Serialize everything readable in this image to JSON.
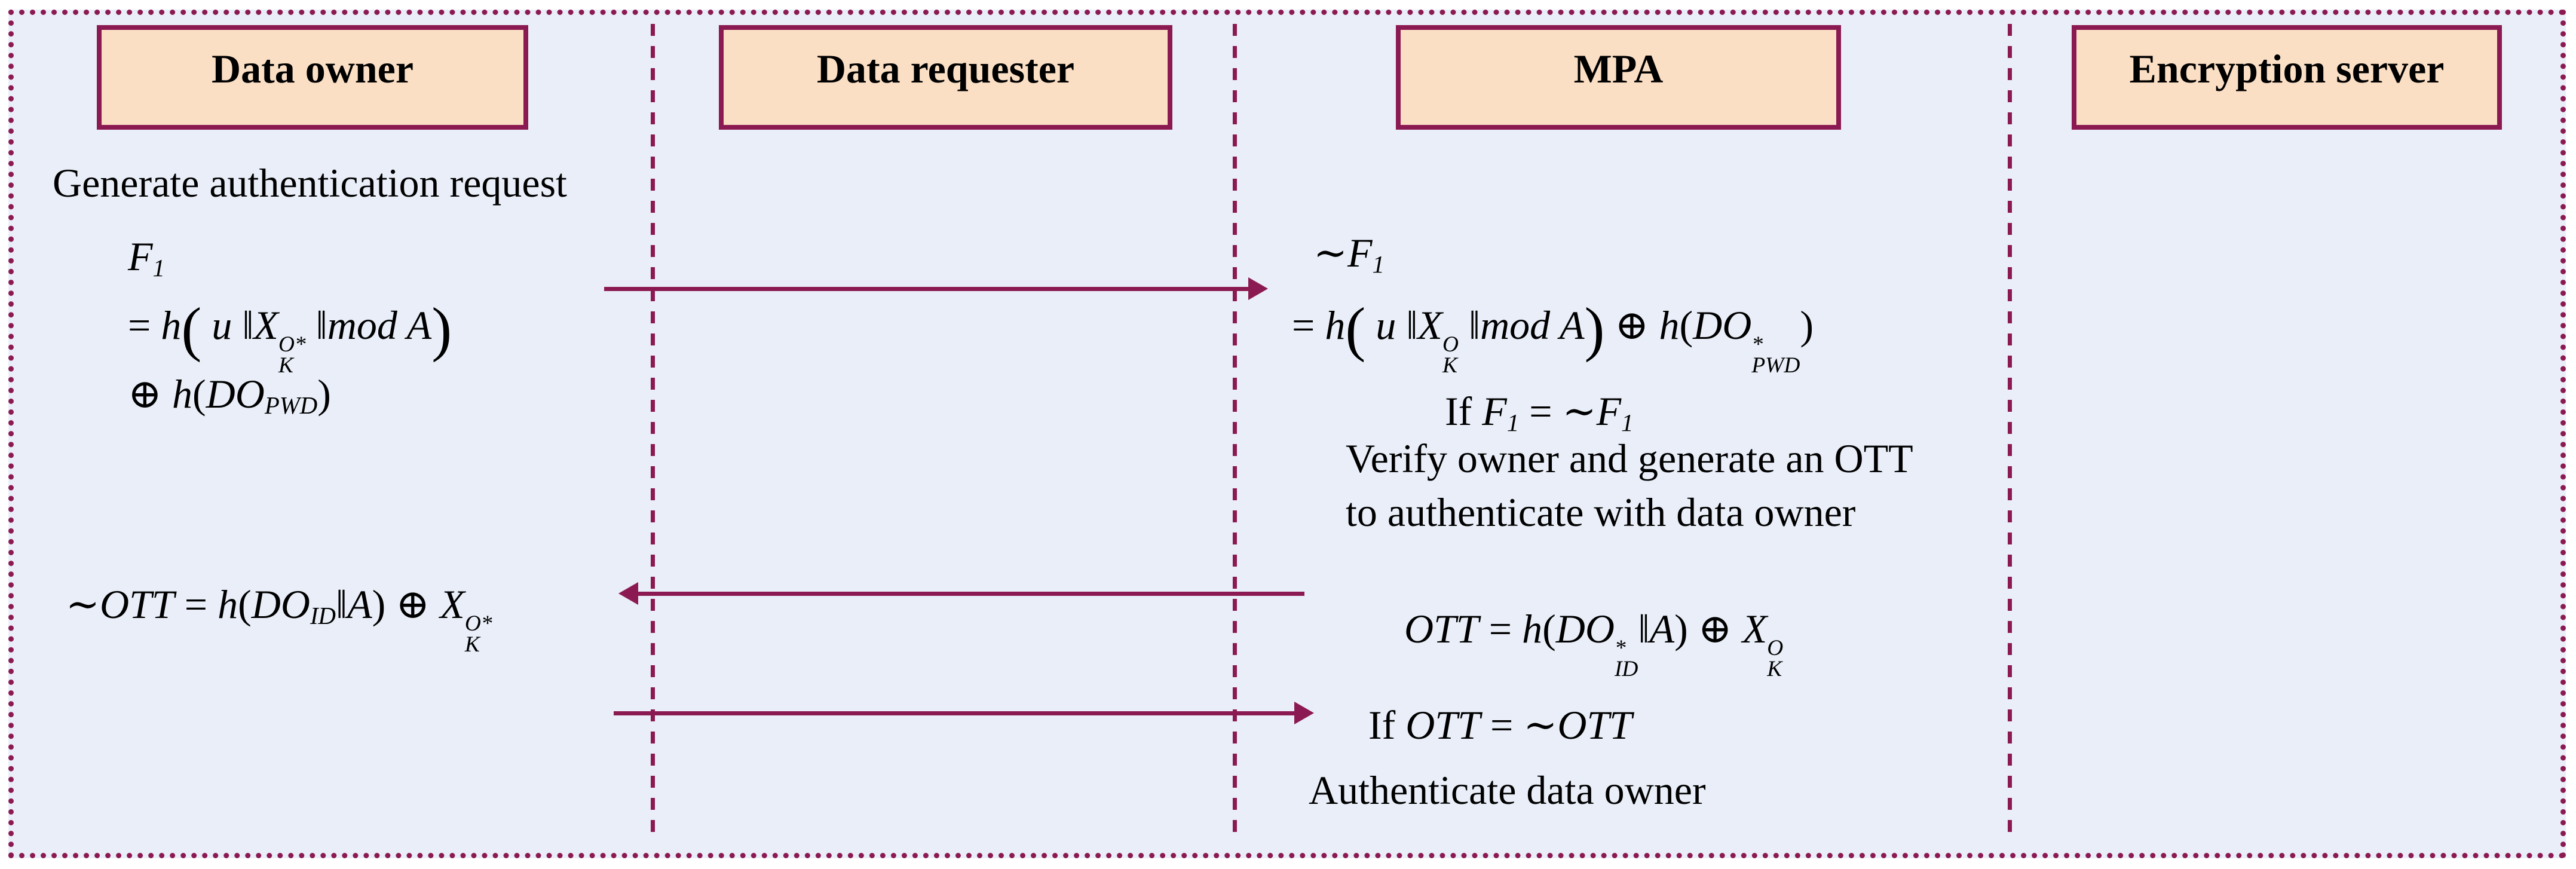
{
  "colors": {
    "accent_maroon": "#8c1a52",
    "actor_box_fill": "#fbdfc5",
    "canvas_background": "#e9eef8",
    "text": "#000000"
  },
  "actors": [
    {
      "label": "Data owner"
    },
    {
      "label": "Data requester"
    },
    {
      "label": "MPA"
    },
    {
      "label": "Encryption server"
    }
  ],
  "owner_lane": {
    "note_generate": "Generate authentication request",
    "f1_label": [
      [
        "i",
        "F"
      ],
      [
        "sub",
        "1"
      ]
    ],
    "f1_line2": [
      [
        "r",
        "= "
      ],
      [
        "i",
        "h"
      ],
      [
        "bp",
        "("
      ],
      [
        "r",
        " "
      ],
      [
        "i",
        "u"
      ],
      [
        "r",
        " ‖"
      ],
      [
        "i",
        "X"
      ],
      [
        "ss",
        "O*|K"
      ],
      [
        "r",
        " ‖"
      ],
      [
        "i",
        "mod A"
      ],
      [
        "bp",
        ")"
      ]
    ],
    "f1_line3": [
      [
        "r",
        "⊕ "
      ],
      [
        "i",
        "h"
      ],
      [
        "r",
        "("
      ],
      [
        "i",
        "DO"
      ],
      [
        "sub",
        "PWD"
      ],
      [
        "r",
        ")"
      ]
    ],
    "ott_check": [
      [
        "i",
        "∼OTT"
      ],
      [
        "r",
        " = "
      ],
      [
        "i",
        "h"
      ],
      [
        "r",
        "("
      ],
      [
        "i",
        "DO"
      ],
      [
        "sub",
        "ID"
      ],
      [
        "r",
        "‖"
      ],
      [
        "i",
        "A"
      ],
      [
        "r",
        ") ⊕ "
      ],
      [
        "i",
        "X"
      ],
      [
        "ss",
        "O*|K"
      ]
    ]
  },
  "mpa_lane": {
    "f1_label": [
      [
        "i",
        "∼F"
      ],
      [
        "sub",
        "1"
      ]
    ],
    "f1_line2": [
      [
        "r",
        "= "
      ],
      [
        "i",
        "h"
      ],
      [
        "bp",
        "("
      ],
      [
        "r",
        " "
      ],
      [
        "i",
        "u"
      ],
      [
        "r",
        " ‖"
      ],
      [
        "i",
        "X"
      ],
      [
        "ss",
        "O|K"
      ],
      [
        "r",
        " ‖"
      ],
      [
        "i",
        "mod A"
      ],
      [
        "bp",
        ")"
      ],
      [
        "r",
        " ⊕ "
      ],
      [
        "i",
        "h"
      ],
      [
        "r",
        "("
      ],
      [
        "i",
        "DO"
      ],
      [
        "ss",
        "*|PWD"
      ],
      [
        "r",
        ")"
      ]
    ],
    "if_f1": [
      [
        "r",
        "If "
      ],
      [
        "i",
        "F"
      ],
      [
        "sub",
        "1"
      ],
      [
        "r",
        " = "
      ],
      [
        "i",
        "∼F"
      ],
      [
        "sub",
        "1"
      ]
    ],
    "verify_line1": "Verify owner and generate an OTT",
    "verify_line2": "to authenticate with data owner",
    "ott_def": [
      [
        "i",
        "OTT"
      ],
      [
        "r",
        " = "
      ],
      [
        "i",
        "h"
      ],
      [
        "r",
        "("
      ],
      [
        "i",
        "DO"
      ],
      [
        "ss",
        "*|ID"
      ],
      [
        "r",
        "‖"
      ],
      [
        "i",
        "A"
      ],
      [
        "r",
        ") ⊕ "
      ],
      [
        "i",
        "X"
      ],
      [
        "ss",
        "O|K"
      ]
    ],
    "if_ott": [
      [
        "r",
        "If "
      ],
      [
        "i",
        "OTT"
      ],
      [
        "r",
        " = "
      ],
      [
        "i",
        "∼OTT"
      ]
    ],
    "note_authenticate": "Authenticate data owner"
  }
}
